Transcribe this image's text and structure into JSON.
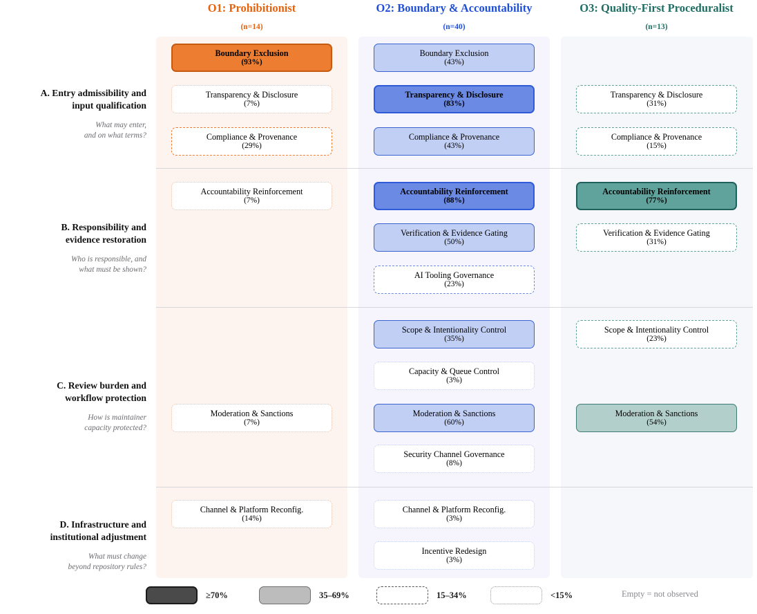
{
  "columns": [
    {
      "id": "O1",
      "title": "O1: Prohibitionist",
      "n": "(n=14)",
      "color": "#e8620c",
      "palette": "o1"
    },
    {
      "id": "O2",
      "title": "O2: Boundary & Accountability",
      "n": "(n=40)",
      "color": "#1f4fd8",
      "palette": "o2"
    },
    {
      "id": "O3",
      "title": "O3: Quality-First Proceduralist",
      "n": "(n=13)",
      "color": "#1e6e63",
      "palette": "o3"
    }
  ],
  "rows": [
    {
      "title": "A. Entry admissibility and input qualification",
      "question": "What may enter, and on what terms?"
    },
    {
      "title": "B. Responsibility and evidence restoration",
      "question": "Who is responsible, and what must be shown?"
    },
    {
      "title": "C. Review burden and workflow protection",
      "question": "How is maintainer capacity protected?"
    },
    {
      "title": "D. Infrastructure and institutional adjustment",
      "question": "What must change beyond repository rules?"
    }
  ],
  "legend": {
    "items": [
      {
        "tier": "high",
        "label": "≥70%"
      },
      {
        "tier": "mid",
        "label": "35–69%"
      },
      {
        "tier": "low",
        "label": "15–34%"
      },
      {
        "tier": "min",
        "label": "<15%"
      }
    ],
    "note": "Empty = not observed"
  },
  "chart_data": {
    "type": "heatmap",
    "title": "Governance theme prevalence by orientation",
    "legend_bins": [
      {
        "tier": "high",
        "range": "≥70%"
      },
      {
        "tier": "mid",
        "range": "35–69%"
      },
      {
        "tier": "low",
        "range": "15–34%"
      },
      {
        "tier": "min",
        "range": "<15%"
      },
      {
        "tier": "empty",
        "range": "Empty = not observed"
      }
    ],
    "columns": [
      "O1: Prohibitionist (n=14)",
      "O2: Boundary & Accountability (n=40)",
      "O3: Quality-First Proceduralist (n=13)"
    ],
    "rows": [
      "A. Entry admissibility and input qualification",
      "B. Responsibility and evidence restoration",
      "C. Review burden and workflow protection",
      "D. Infrastructure and institutional adjustment"
    ],
    "cells": [
      {
        "row": "A",
        "col": "O1",
        "theme": "Boundary Exclusion",
        "value": 93,
        "tier": "high"
      },
      {
        "row": "A",
        "col": "O1",
        "theme": "Transparency & Disclosure",
        "value": 7,
        "tier": "min"
      },
      {
        "row": "A",
        "col": "O1",
        "theme": "Compliance & Provenance",
        "value": 29,
        "tier": "low"
      },
      {
        "row": "A",
        "col": "O2",
        "theme": "Boundary Exclusion",
        "value": 43,
        "tier": "mid"
      },
      {
        "row": "A",
        "col": "O2",
        "theme": "Transparency & Disclosure",
        "value": 83,
        "tier": "high"
      },
      {
        "row": "A",
        "col": "O2",
        "theme": "Compliance & Provenance",
        "value": 43,
        "tier": "mid"
      },
      {
        "row": "A",
        "col": "O3",
        "theme": "Transparency & Disclosure",
        "value": 31,
        "tier": "low"
      },
      {
        "row": "A",
        "col": "O3",
        "theme": "Compliance & Provenance",
        "value": 15,
        "tier": "low"
      },
      {
        "row": "B",
        "col": "O1",
        "theme": "Accountability Reinforcement",
        "value": 7,
        "tier": "min"
      },
      {
        "row": "B",
        "col": "O2",
        "theme": "Accountability Reinforcement",
        "value": 88,
        "tier": "high"
      },
      {
        "row": "B",
        "col": "O2",
        "theme": "Verification & Evidence Gating",
        "value": 50,
        "tier": "mid"
      },
      {
        "row": "B",
        "col": "O2",
        "theme": "AI Tooling Governance",
        "value": 23,
        "tier": "low"
      },
      {
        "row": "B",
        "col": "O3",
        "theme": "Accountability Reinforcement",
        "value": 77,
        "tier": "high"
      },
      {
        "row": "B",
        "col": "O3",
        "theme": "Verification & Evidence Gating",
        "value": 31,
        "tier": "low"
      },
      {
        "row": "C",
        "col": "O1",
        "theme": "Moderation & Sanctions",
        "value": 7,
        "tier": "min"
      },
      {
        "row": "C",
        "col": "O2",
        "theme": "Scope & Intentionality Control",
        "value": 35,
        "tier": "mid"
      },
      {
        "row": "C",
        "col": "O2",
        "theme": "Capacity & Queue Control",
        "value": 3,
        "tier": "min"
      },
      {
        "row": "C",
        "col": "O2",
        "theme": "Moderation & Sanctions",
        "value": 60,
        "tier": "mid"
      },
      {
        "row": "C",
        "col": "O2",
        "theme": "Security Channel Governance",
        "value": 8,
        "tier": "min"
      },
      {
        "row": "C",
        "col": "O3",
        "theme": "Scope & Intentionality Control",
        "value": 23,
        "tier": "low"
      },
      {
        "row": "C",
        "col": "O3",
        "theme": "Moderation & Sanctions",
        "value": 54,
        "tier": "mid"
      },
      {
        "row": "D",
        "col": "O1",
        "theme": "Channel & Platform Reconfig.",
        "value": 14,
        "tier": "min"
      },
      {
        "row": "D",
        "col": "O2",
        "theme": "Channel & Platform Reconfig.",
        "value": 3,
        "tier": "min"
      },
      {
        "row": "D",
        "col": "O2",
        "theme": "Incentive Redesign",
        "value": 3,
        "tier": "min"
      },
      {
        "row": "D",
        "col": "O3",
        "theme": null,
        "value": null,
        "tier": "empty"
      }
    ]
  },
  "cards": {
    "a_o1_0": {
      "label": "Boundary Exclusion",
      "pct": "(93%)"
    },
    "a_o1_1": {
      "label": "Transparency & Disclosure",
      "pct": "(7%)"
    },
    "a_o1_2": {
      "label": "Compliance & Provenance",
      "pct": "(29%)"
    },
    "a_o2_0": {
      "label": "Boundary Exclusion",
      "pct": "(43%)"
    },
    "a_o2_1": {
      "label": "Transparency & Disclosure",
      "pct": "(83%)"
    },
    "a_o2_2": {
      "label": "Compliance & Provenance",
      "pct": "(43%)"
    },
    "a_o3_0": {
      "label": "Transparency & Disclosure",
      "pct": "(31%)"
    },
    "a_o3_1": {
      "label": "Compliance & Provenance",
      "pct": "(15%)"
    },
    "b_o1_0": {
      "label": "Accountability Reinforcement",
      "pct": "(7%)"
    },
    "b_o2_0": {
      "label": "Accountability Reinforcement",
      "pct": "(88%)"
    },
    "b_o2_1": {
      "label": "Verification & Evidence Gating",
      "pct": "(50%)"
    },
    "b_o2_2": {
      "label": "AI Tooling Governance",
      "pct": "(23%)"
    },
    "b_o3_0": {
      "label": "Accountability Reinforcement",
      "pct": "(77%)"
    },
    "b_o3_1": {
      "label": "Verification & Evidence Gating",
      "pct": "(31%)"
    },
    "c_o1_0": {
      "label": "Moderation & Sanctions",
      "pct": "(7%)"
    },
    "c_o2_0": {
      "label": "Scope & Intentionality Control",
      "pct": "(35%)"
    },
    "c_o2_1": {
      "label": "Capacity & Queue Control",
      "pct": "(3%)"
    },
    "c_o2_2": {
      "label": "Moderation & Sanctions",
      "pct": "(60%)"
    },
    "c_o2_3": {
      "label": "Security Channel Governance",
      "pct": "(8%)"
    },
    "c_o3_0": {
      "label": "Scope & Intentionality Control",
      "pct": "(23%)"
    },
    "c_o3_1": {
      "label": "Moderation & Sanctions",
      "pct": "(54%)"
    },
    "d_o1_0": {
      "label": "Channel & Platform Reconfig.",
      "pct": "(14%)"
    },
    "d_o2_0": {
      "label": "Channel & Platform Reconfig.",
      "pct": "(3%)"
    },
    "d_o2_1": {
      "label": "Incentive Redesign",
      "pct": "(3%)"
    }
  },
  "row_labels": {
    "a_t1": "A. Entry admissibility and",
    "a_t2": "input qualification",
    "a_q1": "What may enter,",
    "a_q2": "and on what terms?",
    "b_t1": "B. Responsibility and",
    "b_t2": "evidence restoration",
    "b_q1": "Who is responsible, and",
    "b_q2": "what must be shown?",
    "c_t1": "C. Review burden and",
    "c_t2": "workflow protection",
    "c_q1": "How is maintainer",
    "c_q2": "capacity protected?",
    "d_t1": "D. Infrastructure and",
    "d_t2": "institutional adjustment",
    "d_q1": "What must change",
    "d_q2": "beyond repository rules?"
  }
}
